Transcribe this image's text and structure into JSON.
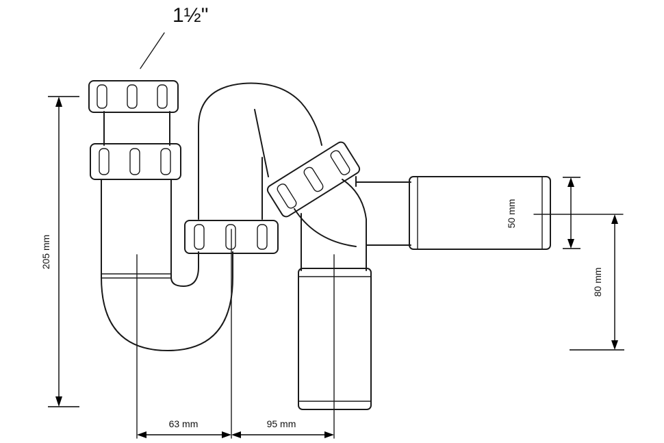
{
  "pipe_size": "1½\"",
  "dimensions": {
    "total_height": "205 mm",
    "spacing_1": "63 mm",
    "spacing_2": "95 mm",
    "outlet_diameter": "50 mm",
    "outlet_height": "80 mm"
  }
}
